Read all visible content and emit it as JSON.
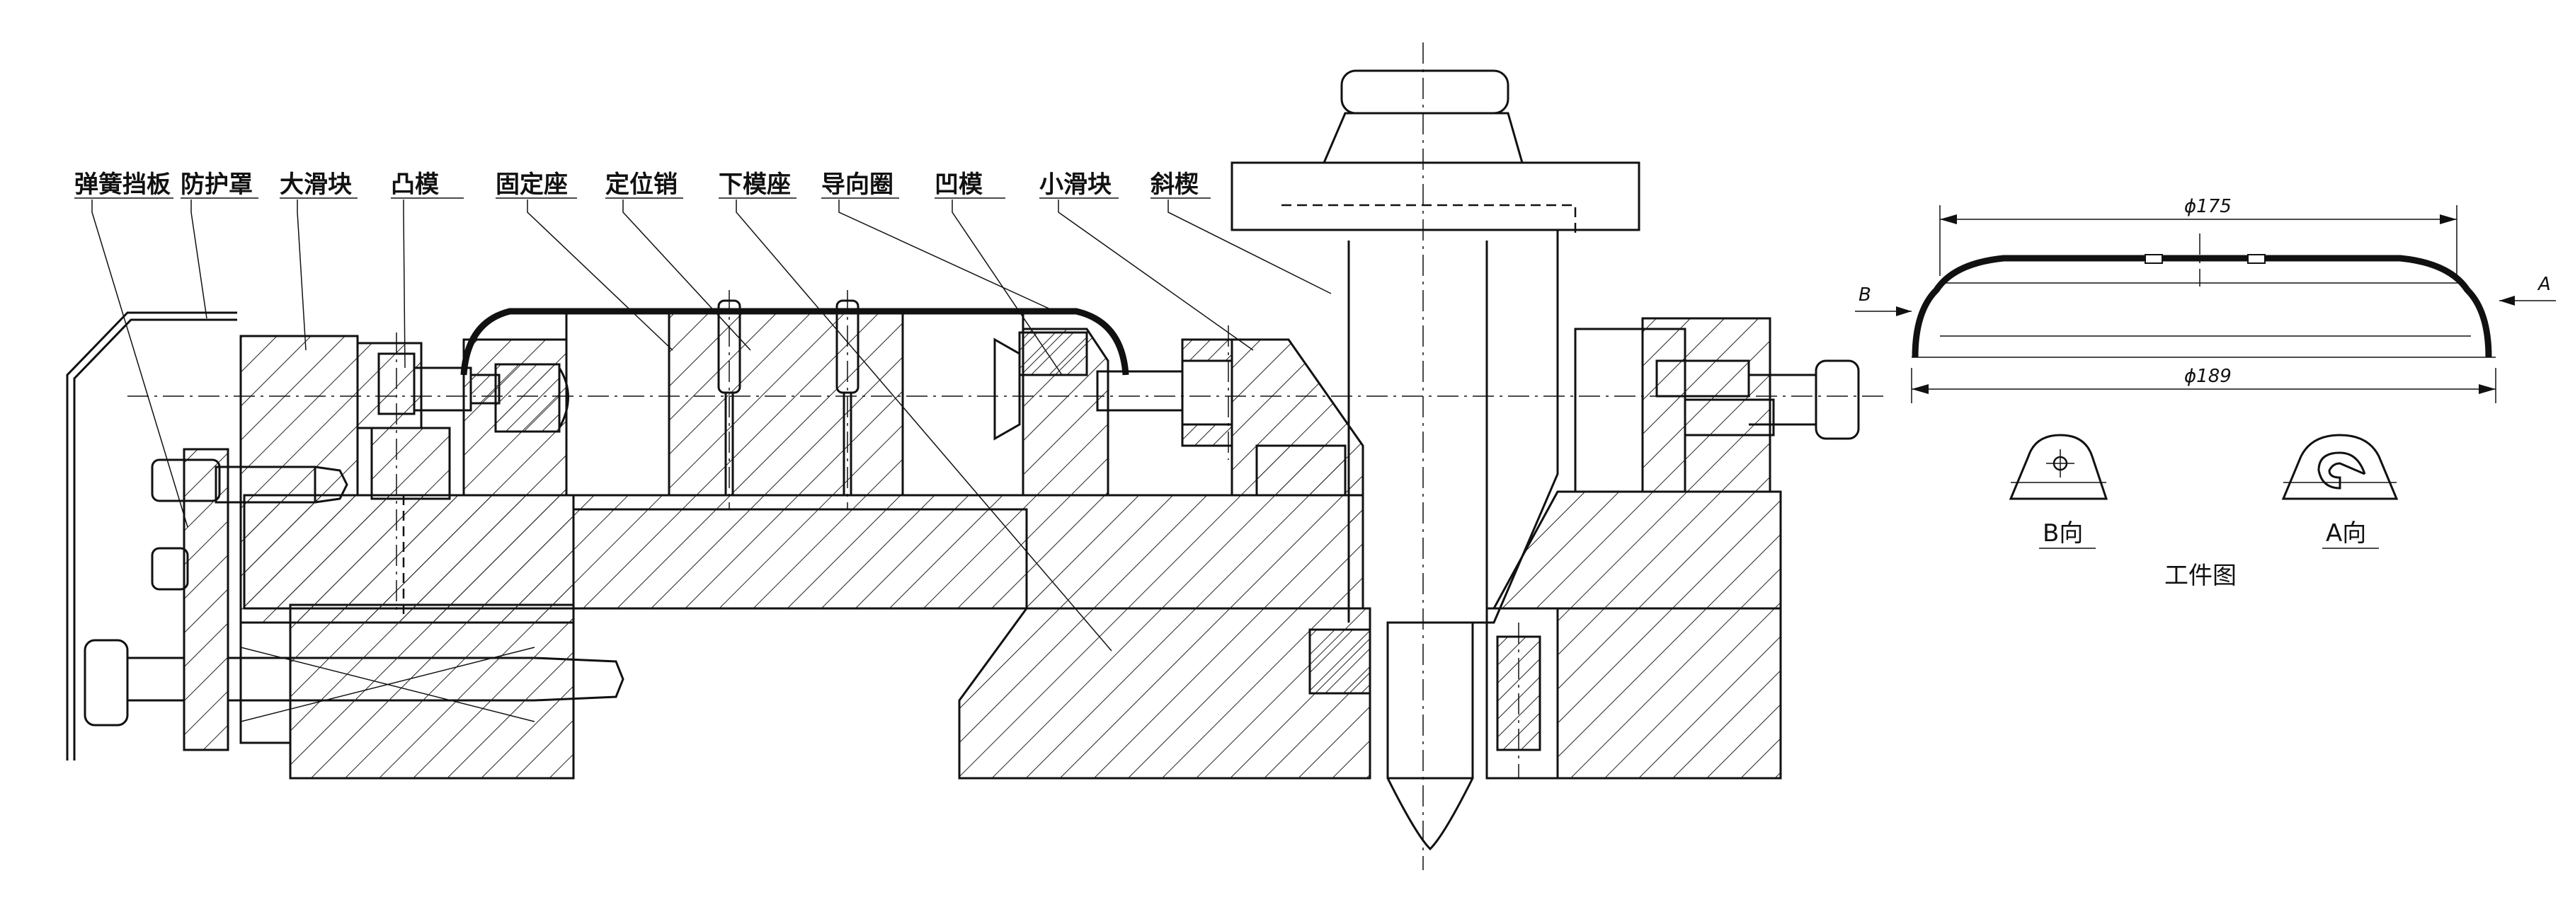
{
  "labels": {
    "spring_plate": "弹簧挡板",
    "guard": "防护罩",
    "large_slider": "大滑块",
    "punch": "凸模",
    "fixed_seat": "固定座",
    "locating_pin": "定位销",
    "lower_die_seat": "下模座",
    "guide_ring": "导向圈",
    "die": "凹模",
    "small_slider": "小滑块",
    "wedge": "斜楔"
  },
  "workpiece": {
    "dim_top": "ϕ175",
    "dim_bottom": "ϕ189",
    "view_b_letter": "B",
    "view_a_letter": "A",
    "view_b_caption": "B向",
    "view_a_caption": "A向",
    "title": "工件图"
  }
}
